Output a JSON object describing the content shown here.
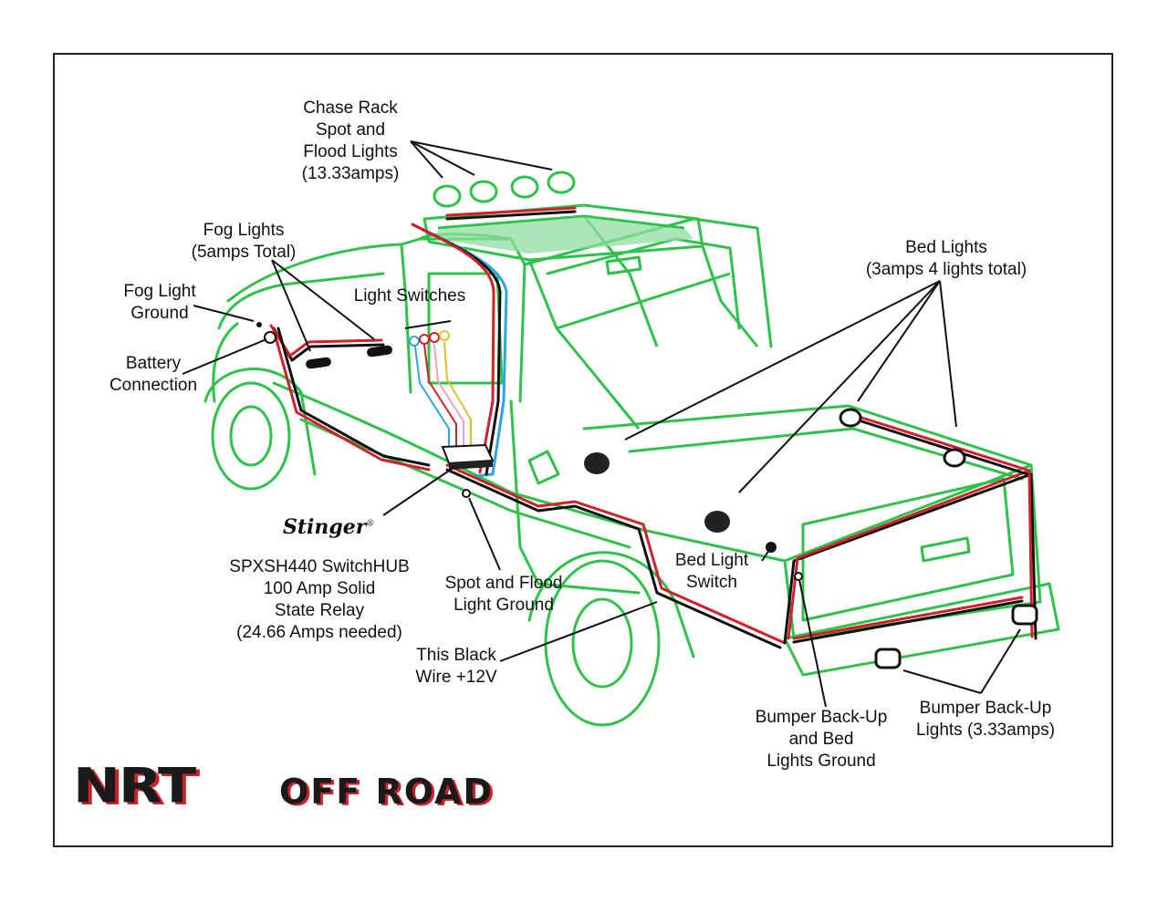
{
  "labels": {
    "chase_rack": [
      "Chase Rack",
      "Spot and",
      "Flood Lights",
      "(13.33amps)"
    ],
    "fog_lights": [
      "Fog Lights",
      "(5amps Total)"
    ],
    "fog_light_ground": [
      "Fog Light",
      "Ground"
    ],
    "light_switches": [
      "Light Switches"
    ],
    "battery_connection": [
      "Battery",
      "Connection"
    ],
    "bed_lights": [
      "Bed Lights",
      "(3amps 4 lights total)"
    ],
    "switchhub": [
      "SPXSH440 SwitchHUB",
      "100 Amp Solid",
      "State Relay",
      "(24.66 Amps needed)"
    ],
    "spot_flood_ground": [
      "Spot and Flood",
      "Light Ground"
    ],
    "bed_light_switch": [
      "Bed Light",
      "Switch"
    ],
    "black_wire": [
      "This Black",
      "Wire +12V"
    ],
    "bumper_ground": [
      "Bumper Back-Up",
      "and Bed",
      "Lights Ground"
    ],
    "bumper_lights": [
      "Bumper Back-Up",
      "Lights (3.33amps)"
    ]
  },
  "brand": {
    "script_logo": "Stinger",
    "trademark": "®",
    "logo_main": "NRT",
    "logo_sub": "OFF ROAD"
  },
  "colors": {
    "truck_outline": "#2fc24a",
    "glass_fill": "#8fdca0",
    "wire_red": "#d0202a",
    "wire_black": "#111111",
    "wire_blue": "#2aa6e0"
  }
}
